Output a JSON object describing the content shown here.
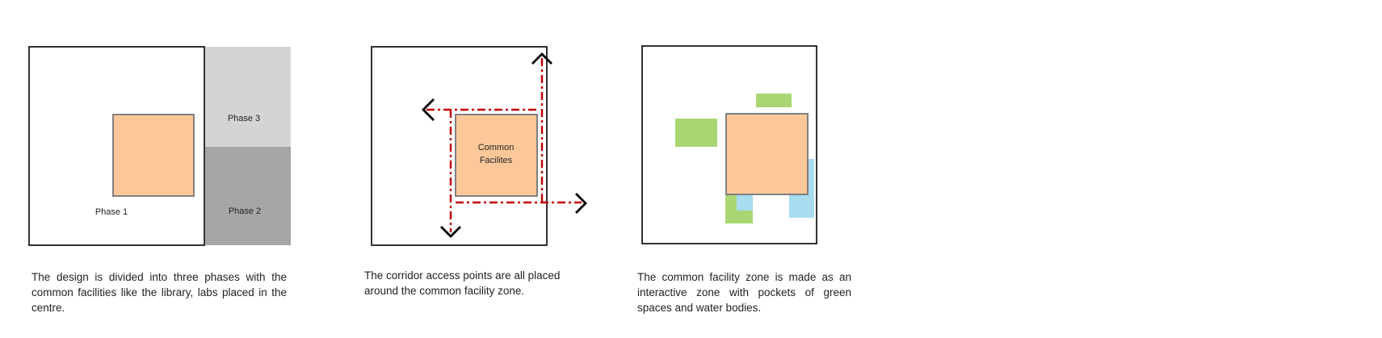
{
  "panels": [
    {
      "labels": {
        "phase1": "Phase 1",
        "phase2": "Phase 2",
        "phase3": "Phase 3"
      },
      "caption": "The design is divided into three phases with the common facilities like the library, labs placed in the centre."
    },
    {
      "labels": {
        "center_line1": "Common",
        "center_line2": "Facilites"
      },
      "caption": "The corridor access points are all placed around the common facility zone."
    },
    {
      "labels": {},
      "caption": "The common facility zone is made as an interactive zone with pockets of green spaces and water bodies."
    }
  ],
  "colors": {
    "outline": "#000000",
    "facility_fill": "#fcc89a",
    "facility_stroke": "#808080",
    "phase2_fill": "#a6a6a6",
    "phase3_fill": "#d4d4d4",
    "corridor": "#c00000",
    "arrow": "#000000",
    "green": "#a9d672",
    "water": "#a8dcef"
  }
}
